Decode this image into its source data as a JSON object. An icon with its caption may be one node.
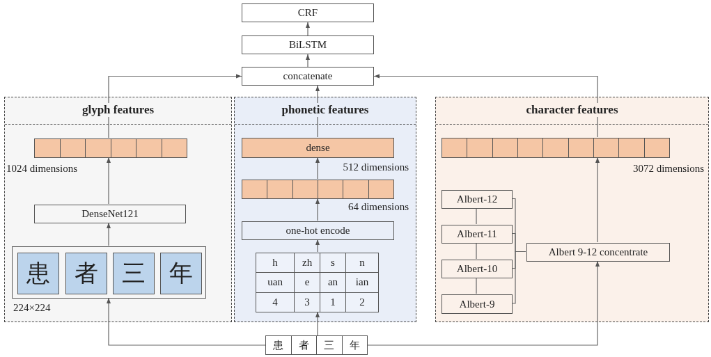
{
  "diagram": {
    "nodes": [
      {
        "text": [
          "CRF"
        ]
      },
      {
        "text": [
          "BiLSTM"
        ]
      },
      {
        "text": [
          "concatenate"
        ]
      },
      {
        "text": [
          "glyph features"
        ]
      },
      {
        "text": [],
        "shape": "bar",
        "in": 3,
        "beside": [
          "1024 dimensions"
        ]
      },
      {
        "text": [
          "DenseNet121"
        ],
        "in": 3
      },
      {
        "text": [],
        "shape": "box",
        "in": 3,
        "beside": [
          "224×224"
        ]
      },
      {
        "text": [
          "患"
        ],
        "in": 6
      },
      {
        "text": [
          "者"
        ],
        "in": 6
      },
      {
        "text": [
          "三"
        ],
        "in": 6
      },
      {
        "text": [
          "年"
        ],
        "in": 6
      },
      {
        "text": [
          "phonetic features"
        ]
      },
      {
        "text": [
          "dense"
        ],
        "in": 11,
        "beside": [
          "512 dimensions"
        ]
      },
      {
        "text": [],
        "shape": "bar",
        "in": 11,
        "beside": [
          "64 dimensions"
        ]
      },
      {
        "text": [
          "one-hot encode"
        ],
        "in": 11
      },
      {
        "text": [
          "h",
          "zh",
          "s",
          "n",
          "uan",
          "e",
          "an",
          "ian",
          "4",
          "3",
          "1",
          "2"
        ],
        "in": 11
      },
      {
        "text": [
          "character features"
        ]
      },
      {
        "text": [],
        "shape": "bar",
        "in": 16,
        "beside": [
          "3072 dimensions"
        ]
      },
      {
        "text": [
          "Albert-12"
        ],
        "in": 16
      },
      {
        "text": [
          "Albert-11"
        ],
        "in": 16
      },
      {
        "text": [
          "Albert-10"
        ],
        "in": 16
      },
      {
        "text": [
          "Albert-9"
        ],
        "in": 16
      },
      {
        "text": [
          "Albert 9-12 concentrate"
        ],
        "in": 16
      },
      {
        "text": [
          "患",
          "者",
          "三",
          "年"
        ]
      }
    ],
    "edges": [
      {
        "from": 1,
        "to": 0,
        "arrow": "to"
      },
      {
        "from": 2,
        "to": 1,
        "arrow": "to"
      },
      {
        "from": 4,
        "to": 2,
        "arrow": "to"
      },
      {
        "from": 5,
        "to": 4,
        "arrow": "to"
      },
      {
        "from": 6,
        "to": 5,
        "arrow": "to"
      },
      {
        "from": 23,
        "to": 6,
        "arrow": "to"
      },
      {
        "from": 12,
        "to": 2,
        "arrow": "to"
      },
      {
        "from": 13,
        "to": 12,
        "arrow": "to"
      },
      {
        "from": 14,
        "to": 13,
        "arrow": "to"
      },
      {
        "from": 15,
        "to": 14,
        "arrow": "to"
      },
      {
        "from": 23,
        "to": 15,
        "arrow": "to"
      },
      {
        "from": 23,
        "to": 22,
        "arrow": "to"
      },
      {
        "from": 22,
        "to": 17,
        "arrow": "to"
      },
      {
        "from": 17,
        "to": 2,
        "arrow": "to"
      },
      {
        "from": 18,
        "to": 19,
        "arrow": "none"
      },
      {
        "from": 19,
        "to": 20,
        "arrow": "none"
      },
      {
        "from": 20,
        "to": 21,
        "arrow": "none"
      },
      {
        "from": 18,
        "to": 22,
        "arrow": "none"
      },
      {
        "from": 19,
        "to": 22,
        "arrow": "none"
      },
      {
        "from": 20,
        "to": 22,
        "arrow": "none"
      },
      {
        "from": 21,
        "to": 22,
        "arrow": "none"
      }
    ]
  }
}
